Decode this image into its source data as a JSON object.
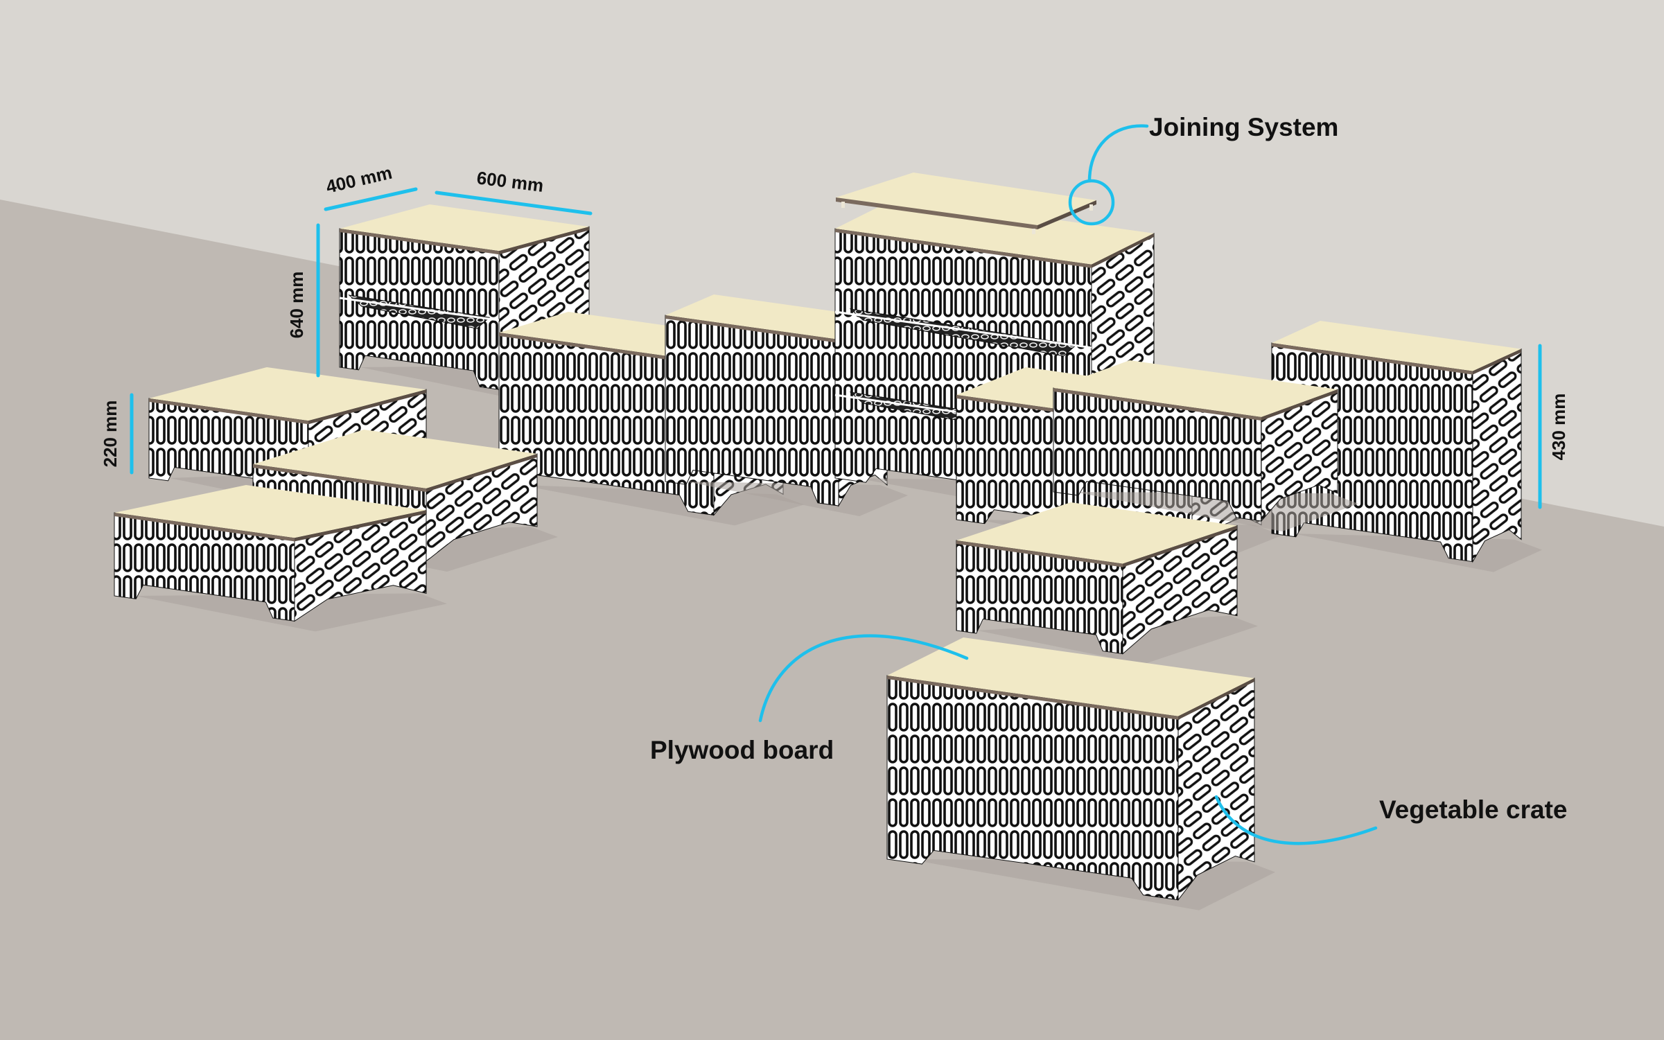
{
  "dimensions": {
    "depth": "400 mm",
    "width": "600 mm",
    "tall_height": "640 mm",
    "low_height": "220 mm",
    "mid_height": "430 mm"
  },
  "callouts": {
    "joining_system": "Joining System",
    "plywood_board": "Plywood board",
    "vegetable_crate": "Vegetable crate"
  },
  "colors": {
    "wall": "#d9d6d1",
    "floor": "#bfb9b3",
    "board_top": "#f1e9c6",
    "board_edge": "#7a6a5e",
    "crate_white": "#ffffff",
    "crate_pattern": "#111111",
    "accent": "#1ec0ec"
  }
}
